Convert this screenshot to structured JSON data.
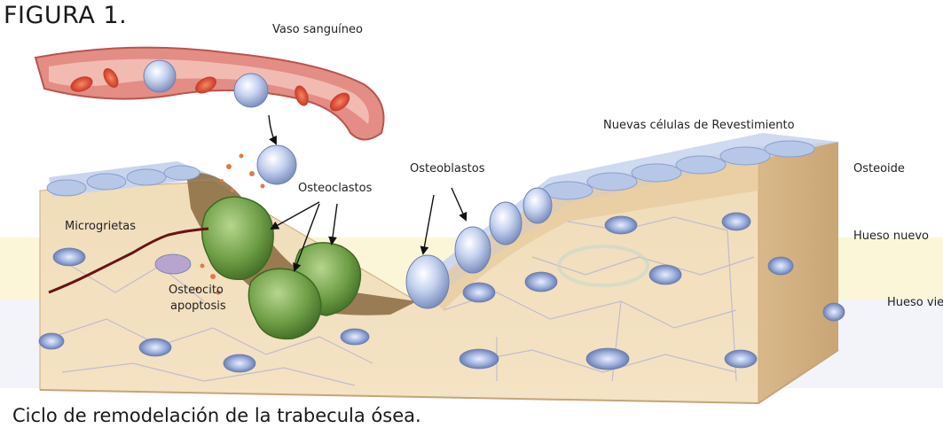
{
  "figure_title": "FIGURA 1.",
  "caption": "Ciclo de remodelación de la trabecula ósea.",
  "labels": {
    "vaso": "Vaso sanguíneo",
    "nuevas_celulas": "Nuevas células de Revestimiento",
    "osteoclastos": "Osteoclastos",
    "osteoblastos": "Osteoblastos",
    "osteoide": "Osteoide",
    "microgrietas": "Microgrietas",
    "hueso_nuevo": "Hueso nuevo",
    "osteocito_line1": "Osteocito",
    "osteocito_line2": "apoptosis",
    "hueso_viejo": "Hueso viejo"
  },
  "colors": {
    "vessel": "#d86a63",
    "bone": "#f1dab2",
    "lining_cells": "#b9cbe8",
    "osteoclast": "#6d9c47",
    "resorption": "#8a6a3f",
    "microcrack": "#6b1212"
  }
}
